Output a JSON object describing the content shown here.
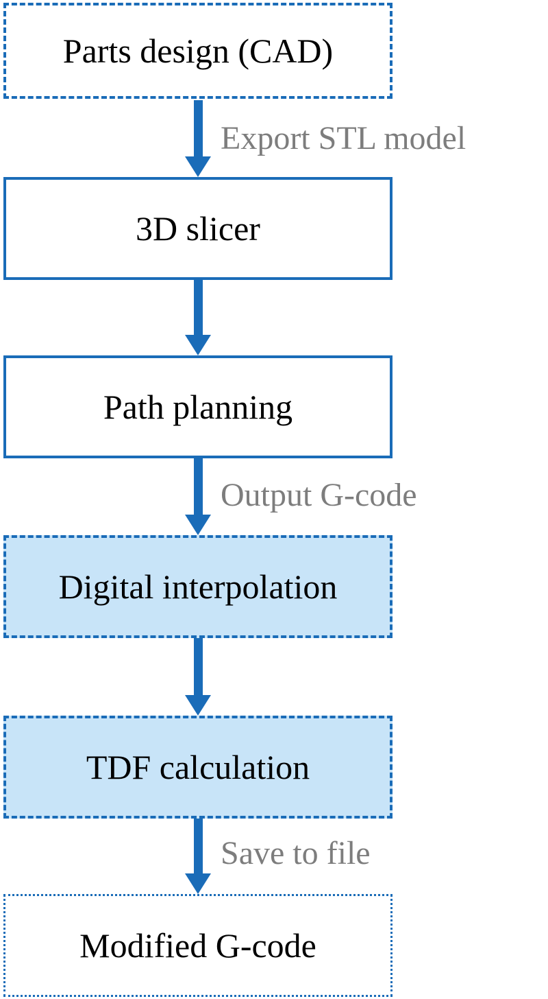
{
  "diagram": {
    "type": "flowchart",
    "direction": "top-down",
    "colors": {
      "accent_blue": "#1a6cb8",
      "light_blue_fill": "#c8e4f8",
      "edge_label_gray": "#7d7d7d",
      "node_text": "#000000",
      "background": "#ffffff"
    },
    "nodes": [
      {
        "label": "Parts design (CAD)",
        "border": "dashed",
        "fill": "white"
      },
      {
        "label": "3D slicer",
        "border": "solid",
        "fill": "white"
      },
      {
        "label": "Path planning",
        "border": "solid",
        "fill": "white"
      },
      {
        "label": "Digital interpolation",
        "border": "dashed",
        "fill": "light-blue"
      },
      {
        "label": "TDF calculation",
        "border": "dashed",
        "fill": "light-blue"
      },
      {
        "label": "Modified G-code",
        "border": "dotted",
        "fill": "white"
      }
    ],
    "edges": [
      {
        "from": "Parts design (CAD)",
        "to": "3D slicer",
        "label": "Export STL model"
      },
      {
        "from": "3D slicer",
        "to": "Path planning",
        "label": ""
      },
      {
        "from": "Path planning",
        "to": "Digital interpolation",
        "label": "Output G-code"
      },
      {
        "from": "Digital interpolation",
        "to": "TDF calculation",
        "label": ""
      },
      {
        "from": "TDF calculation",
        "to": "Modified G-code",
        "label": "Save to file"
      }
    ]
  }
}
